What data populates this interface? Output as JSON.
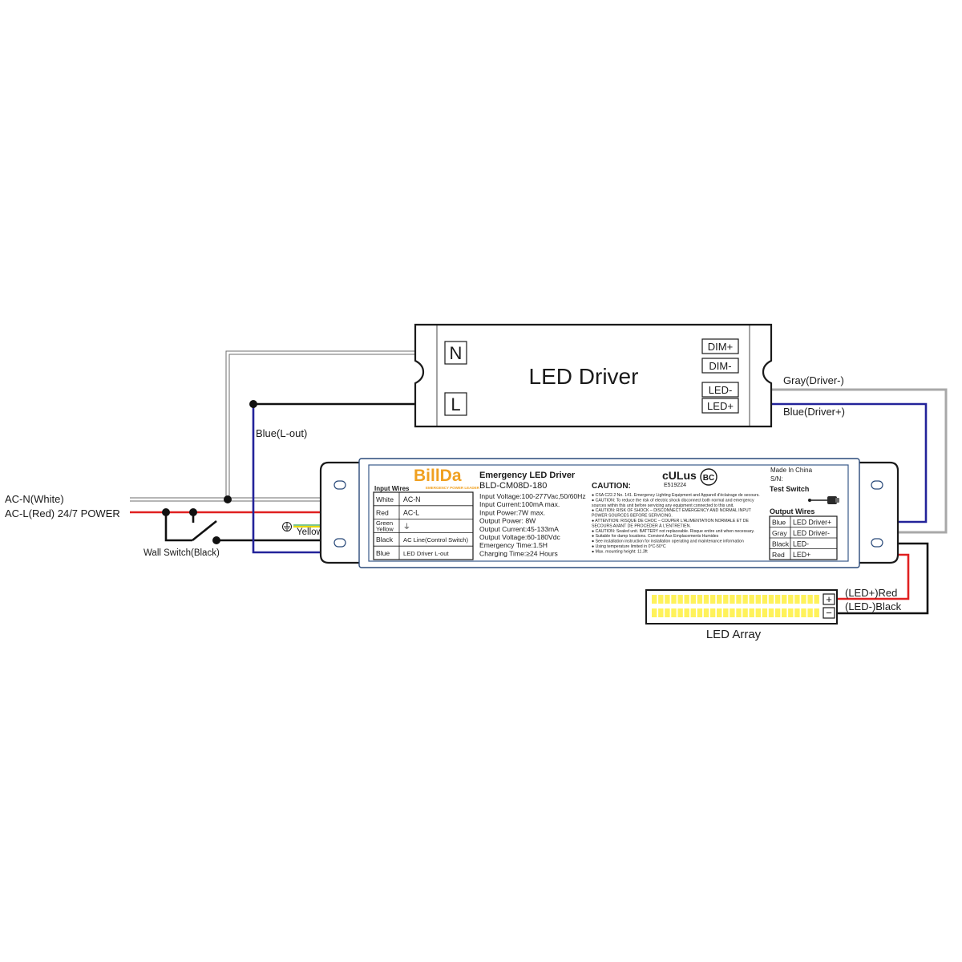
{
  "led_driver": {
    "title": "LED Driver",
    "terminals": {
      "n": "N",
      "l": "L",
      "dim_plus": "DIM+",
      "dim_minus": "DIM-",
      "led_minus": "LED-",
      "led_plus": "LED+"
    }
  },
  "wire_labels": {
    "gray_driver_minus": "Gray(Driver-)",
    "blue_driver_plus": "Blue(Driver+)",
    "blue_l_out": "Blue(L-out)",
    "ac_n": "AC-N(White)",
    "ac_l": "AC-L(Red) 24/7 POWER",
    "wall_switch": "Wall Switch(Black)",
    "yellow_green": "Yellow/Green",
    "led_plus_red": "(LED+)Red",
    "led_minus_black": "(LED-)Black"
  },
  "emergency_driver": {
    "brand": "BillDa",
    "brand_tagline": "EMERGENCY POWER LEADER",
    "title": "Emergency LED Driver",
    "model": "BLD-CM08D-180",
    "specs": [
      "Input Voltage:100-277Vac,50/60Hz",
      "Input Current:100mA max.",
      "Input Power:7W max.",
      "Output Power: 8W",
      "Output Current:45-133mA",
      "Output Voltage:60-180Vdc",
      "Emergency Time:1.5H",
      "Charging Time:≥24 Hours"
    ],
    "caution_title": "CAUTION:",
    "caution_lines": [
      "● CSA C22.2 No. 141. Emergency Lighting Equipment and Appareil d'éclairage de secours.",
      "● CAUTION: To reduce the risk of electric shock disconnect both normal and emergency",
      "  sources within this unit before servicing any equipment connected to this unit.",
      "● CAUTION: RISK OF SHOCK – DISCONNECT EMERGENCY AND NORMAL INPUT",
      "  POWER SOURCES BEFORE SERVICING.",
      "● ATTENTION: RISQUE DE CHOC – COUPER L'ALIMENTATION NORMALE ET DE",
      "  SECOURS AVANT DE PROCÉDER À L'ENTRETIEN.",
      "● CAUTION: Sealed unit. BATTERY not replaceable. Risque entire unit when necessary.",
      "● Suitable for damp locations. Convient Aux Emplacements Humides",
      "● See installation instruction for installation operating and maintenance information",
      "● Using temperature limited in 0°C-50°C",
      "● Max. mounting height: 11.3ft"
    ],
    "cert_ul": "cULus",
    "cert_file": "E519224",
    "cert_bc": "BC",
    "made_in": "Made In China",
    "sn": "S/N:",
    "test_switch": "Test Switch",
    "input_wires_title": "Input Wires",
    "input_wires": [
      {
        "color": "White",
        "function": "AC-N"
      },
      {
        "color": "Red",
        "function": "AC-L"
      },
      {
        "color": "Green",
        "color2": "Yellow",
        "function": "⏚"
      },
      {
        "color": "Black",
        "function": "AC Line(Control Switch)"
      },
      {
        "color": "Blue",
        "function": "LED Driver L-out"
      }
    ],
    "output_wires_title": "Output Wires",
    "output_wires": [
      {
        "color": "Blue",
        "function": "LED Driver+"
      },
      {
        "color": "Gray",
        "function": "LED Driver-"
      },
      {
        "color": "Black",
        "function": "LED-"
      },
      {
        "color": "Red",
        "function": "LED+"
      }
    ]
  },
  "led_array": {
    "label": "LED Array",
    "plus": "+",
    "minus": "−",
    "led_rows": 2,
    "led_columns": 26
  },
  "colors": {
    "red": "#e02020",
    "blue": "#23239a",
    "gray": "#a8a8a8",
    "black": "#111111",
    "yellow": "#e8d800",
    "green": "#2ea84a",
    "brand_orange": "#f0a020",
    "led_yellow": "#fff25a"
  }
}
